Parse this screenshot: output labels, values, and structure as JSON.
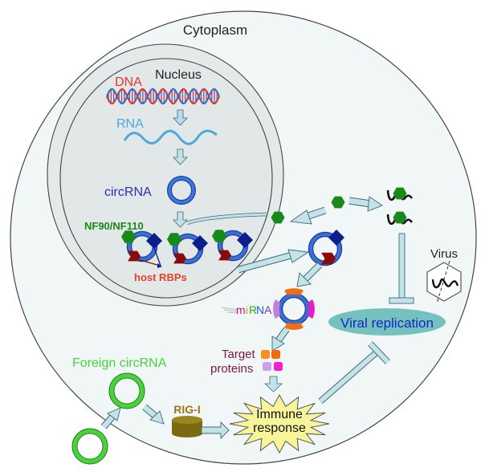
{
  "labels": {
    "cytoplasm": "Cytoplasm",
    "nucleus": "Nucleus",
    "dna": "DNA",
    "rna": "RNA",
    "circrna": "circRNA",
    "nf90": "NF90/NF110",
    "host_rbps": "host RBPs",
    "mirna_letters": [
      "m",
      "i",
      "R",
      "N",
      "A"
    ],
    "target_line1": "Target",
    "target_line2": "proteins",
    "viral_replication": "Viral replication",
    "virus": "Virus",
    "foreign_circrna": "Foreign circRNA",
    "rig_i": "RIG-I",
    "immune_line1": "Immune",
    "immune_line2": "response"
  },
  "colors": {
    "cell_fill": "#f1f7f7",
    "nucleus_envelope": "#e4e9e9",
    "nucleus_fill": "#e3e8e8",
    "membrane_stroke": "#444444",
    "dna_red": "#e0372c",
    "dna_blue": "#2f6fd6",
    "rna": "#4ea8de",
    "circrna_ring": "#3a6fd8",
    "circrna_ring_edge": "#1e3f9a",
    "circrna_label": "#2a2fb8",
    "nf90_green": "#178a1a",
    "rbp_navy": "#0c1e8c",
    "rbp_maroon": "#8b0a0a",
    "host_rbps_label": "#e8432a",
    "arrow_fill": "#c3e3e8",
    "arrow_stroke": "#3c6a78",
    "viral_ellipse": "#74c1bd",
    "viral_text": "#1424c8",
    "foreign_green": "#46d43a",
    "rig_i_label": "#a2741c",
    "rig_i_cylinder": "#7c6a10",
    "immune_fill": "#f8f49a",
    "target_label": "#7a1a3a",
    "target_colors": [
      "#f7921e",
      "#f26a10",
      "#c8a0ee",
      "#f01fd2"
    ],
    "mirna_colors": [
      "#c71585",
      "#e8a000",
      "#2ab02a",
      "#1e5fd8",
      "#6a3fc8"
    ],
    "mirna_arm_colors": [
      "#f07010",
      "#c080e0",
      "#e020c8",
      "#f07010"
    ]
  }
}
